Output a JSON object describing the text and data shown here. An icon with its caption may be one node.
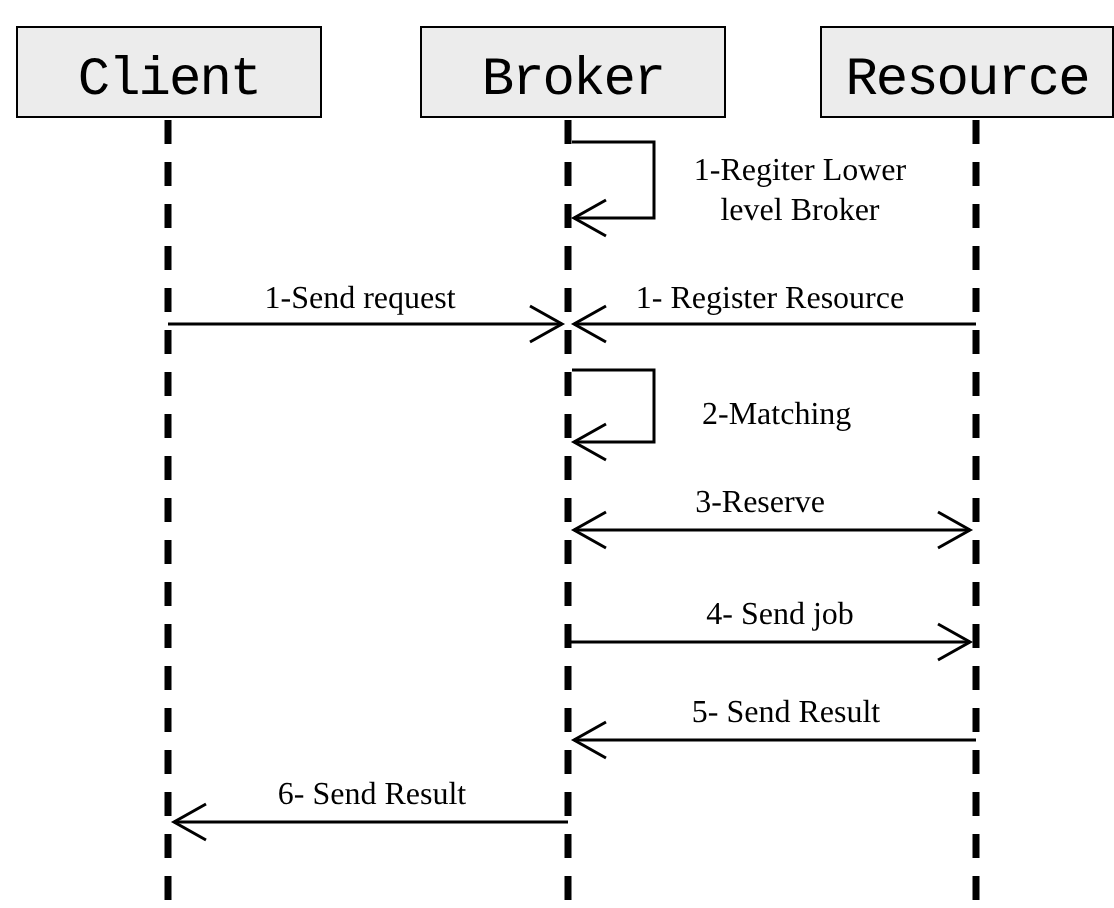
{
  "diagram": {
    "nodes": [
      {
        "text": [
          "Client"
        ]
      },
      {
        "text": [
          "Broker"
        ]
      },
      {
        "text": [
          "Resource"
        ]
      }
    ],
    "edges": [
      {
        "from": 1,
        "to": 1,
        "arrow": "to",
        "label": "1-Regiter Lower level Broker"
      },
      {
        "from": 0,
        "to": 1,
        "arrow": "to",
        "label": "1-Send request"
      },
      {
        "from": 2,
        "to": 1,
        "arrow": "to",
        "label": "1- Register Resource"
      },
      {
        "from": 1,
        "to": 1,
        "arrow": "to",
        "label": "2-Matching"
      },
      {
        "from": 1,
        "to": 2,
        "arrow": "both",
        "label": "3-Reserve"
      },
      {
        "from": 1,
        "to": 2,
        "arrow": "to",
        "label": "4- Send job"
      },
      {
        "from": 2,
        "to": 1,
        "arrow": "to",
        "label": "5- Send Result"
      },
      {
        "from": 1,
        "to": 0,
        "arrow": "to",
        "label": "6- Send Result"
      }
    ]
  }
}
